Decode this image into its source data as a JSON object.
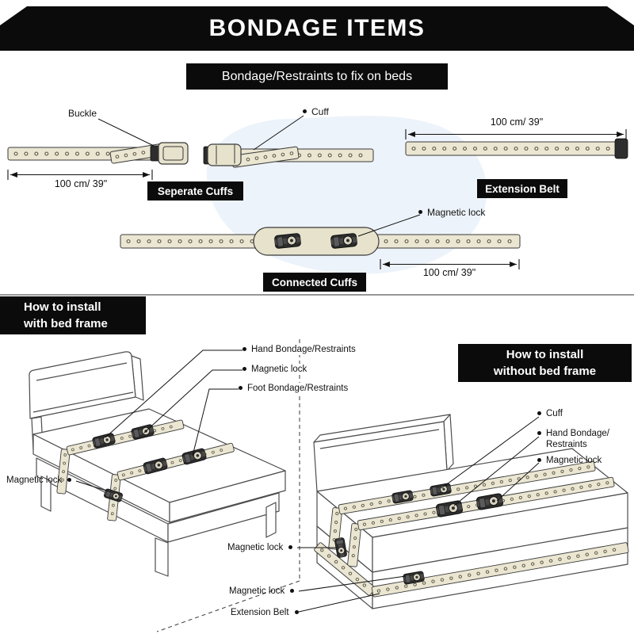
{
  "header": {
    "title": "BONDAGE ITEMS"
  },
  "banner": {
    "subtitle": "Bondage/Restraints to fix on beds"
  },
  "theme": {
    "banner_bg": "#0b0b0b",
    "strap_color": "#eae6d2",
    "blob_color": "#edf3fa",
    "line_color": "#4c4c4c"
  },
  "products": {
    "separate_cuffs": {
      "name": "Seperate Cuffs",
      "length": "100 cm/ 39\"",
      "buckle_label": "Buckle",
      "cuff_label": "Cuff"
    },
    "extension_belt": {
      "name": "Extension Belt",
      "length": "100 cm/ 39\""
    },
    "connected_cuffs": {
      "name": "Connected Cuffs",
      "length": "100 cm/ 39\"",
      "lock_label": "Magnetic lock"
    }
  },
  "install_with_frame": {
    "title_line1": "How to install",
    "title_line2": "with bed frame",
    "labels": {
      "hand": "Hand Bondage/Restraints",
      "lock_top": "Magnetic lock",
      "foot": "Foot Bondage/Restraints",
      "lock_left": "Magnetic lock"
    }
  },
  "install_without_frame": {
    "title_line1": "How to install",
    "title_line2": "without  bed frame",
    "labels": {
      "cuff": "Cuff",
      "hand": "Hand Bondage/ Restraints",
      "lock_right": "Magnetic lock",
      "lock_left": "Magnetic lock",
      "lock_bottom": "Magnetic lock",
      "extension_belt": "Extension Belt"
    }
  }
}
